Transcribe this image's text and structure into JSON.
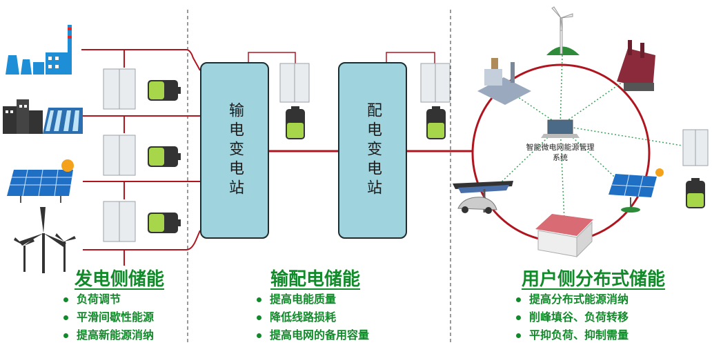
{
  "stations": {
    "transmission": "输电变电站",
    "distribution": "配电变电站"
  },
  "ems_label": "智能微电网能源管理系统",
  "sections": [
    {
      "title": "发电侧储能",
      "bullets": [
        "负荷调节",
        "平滑间歇性能源",
        "提高新能源消纳"
      ]
    },
    {
      "title": "输配电储能",
      "bullets": [
        "提高电能质量",
        "降低线路损耗",
        "提高电网的备用容量"
      ]
    },
    {
      "title": "用户侧分布式储能",
      "bullets": [
        "提高分布式能源消纳",
        "削峰填谷、负荷转移",
        "平抑负荷、抑制需量"
      ]
    }
  ],
  "icons": {
    "generation": [
      "power-plant-icon",
      "hydro-dam-icon",
      "solar-panel-icon",
      "wind-turbine-icon"
    ],
    "user_side": [
      "wind-turbine-icon",
      "factory-icon",
      "industrial-plant-icon",
      "ev-charging-carport-icon",
      "house-icon",
      "solar-panel-icon",
      "storage-cabinet-icon",
      "laptop-icon"
    ]
  },
  "colors": {
    "line": "#b0151f",
    "station_fill": "#9fd3de",
    "text_green": "#118a2a",
    "dotted_link": "#3aa05a"
  }
}
